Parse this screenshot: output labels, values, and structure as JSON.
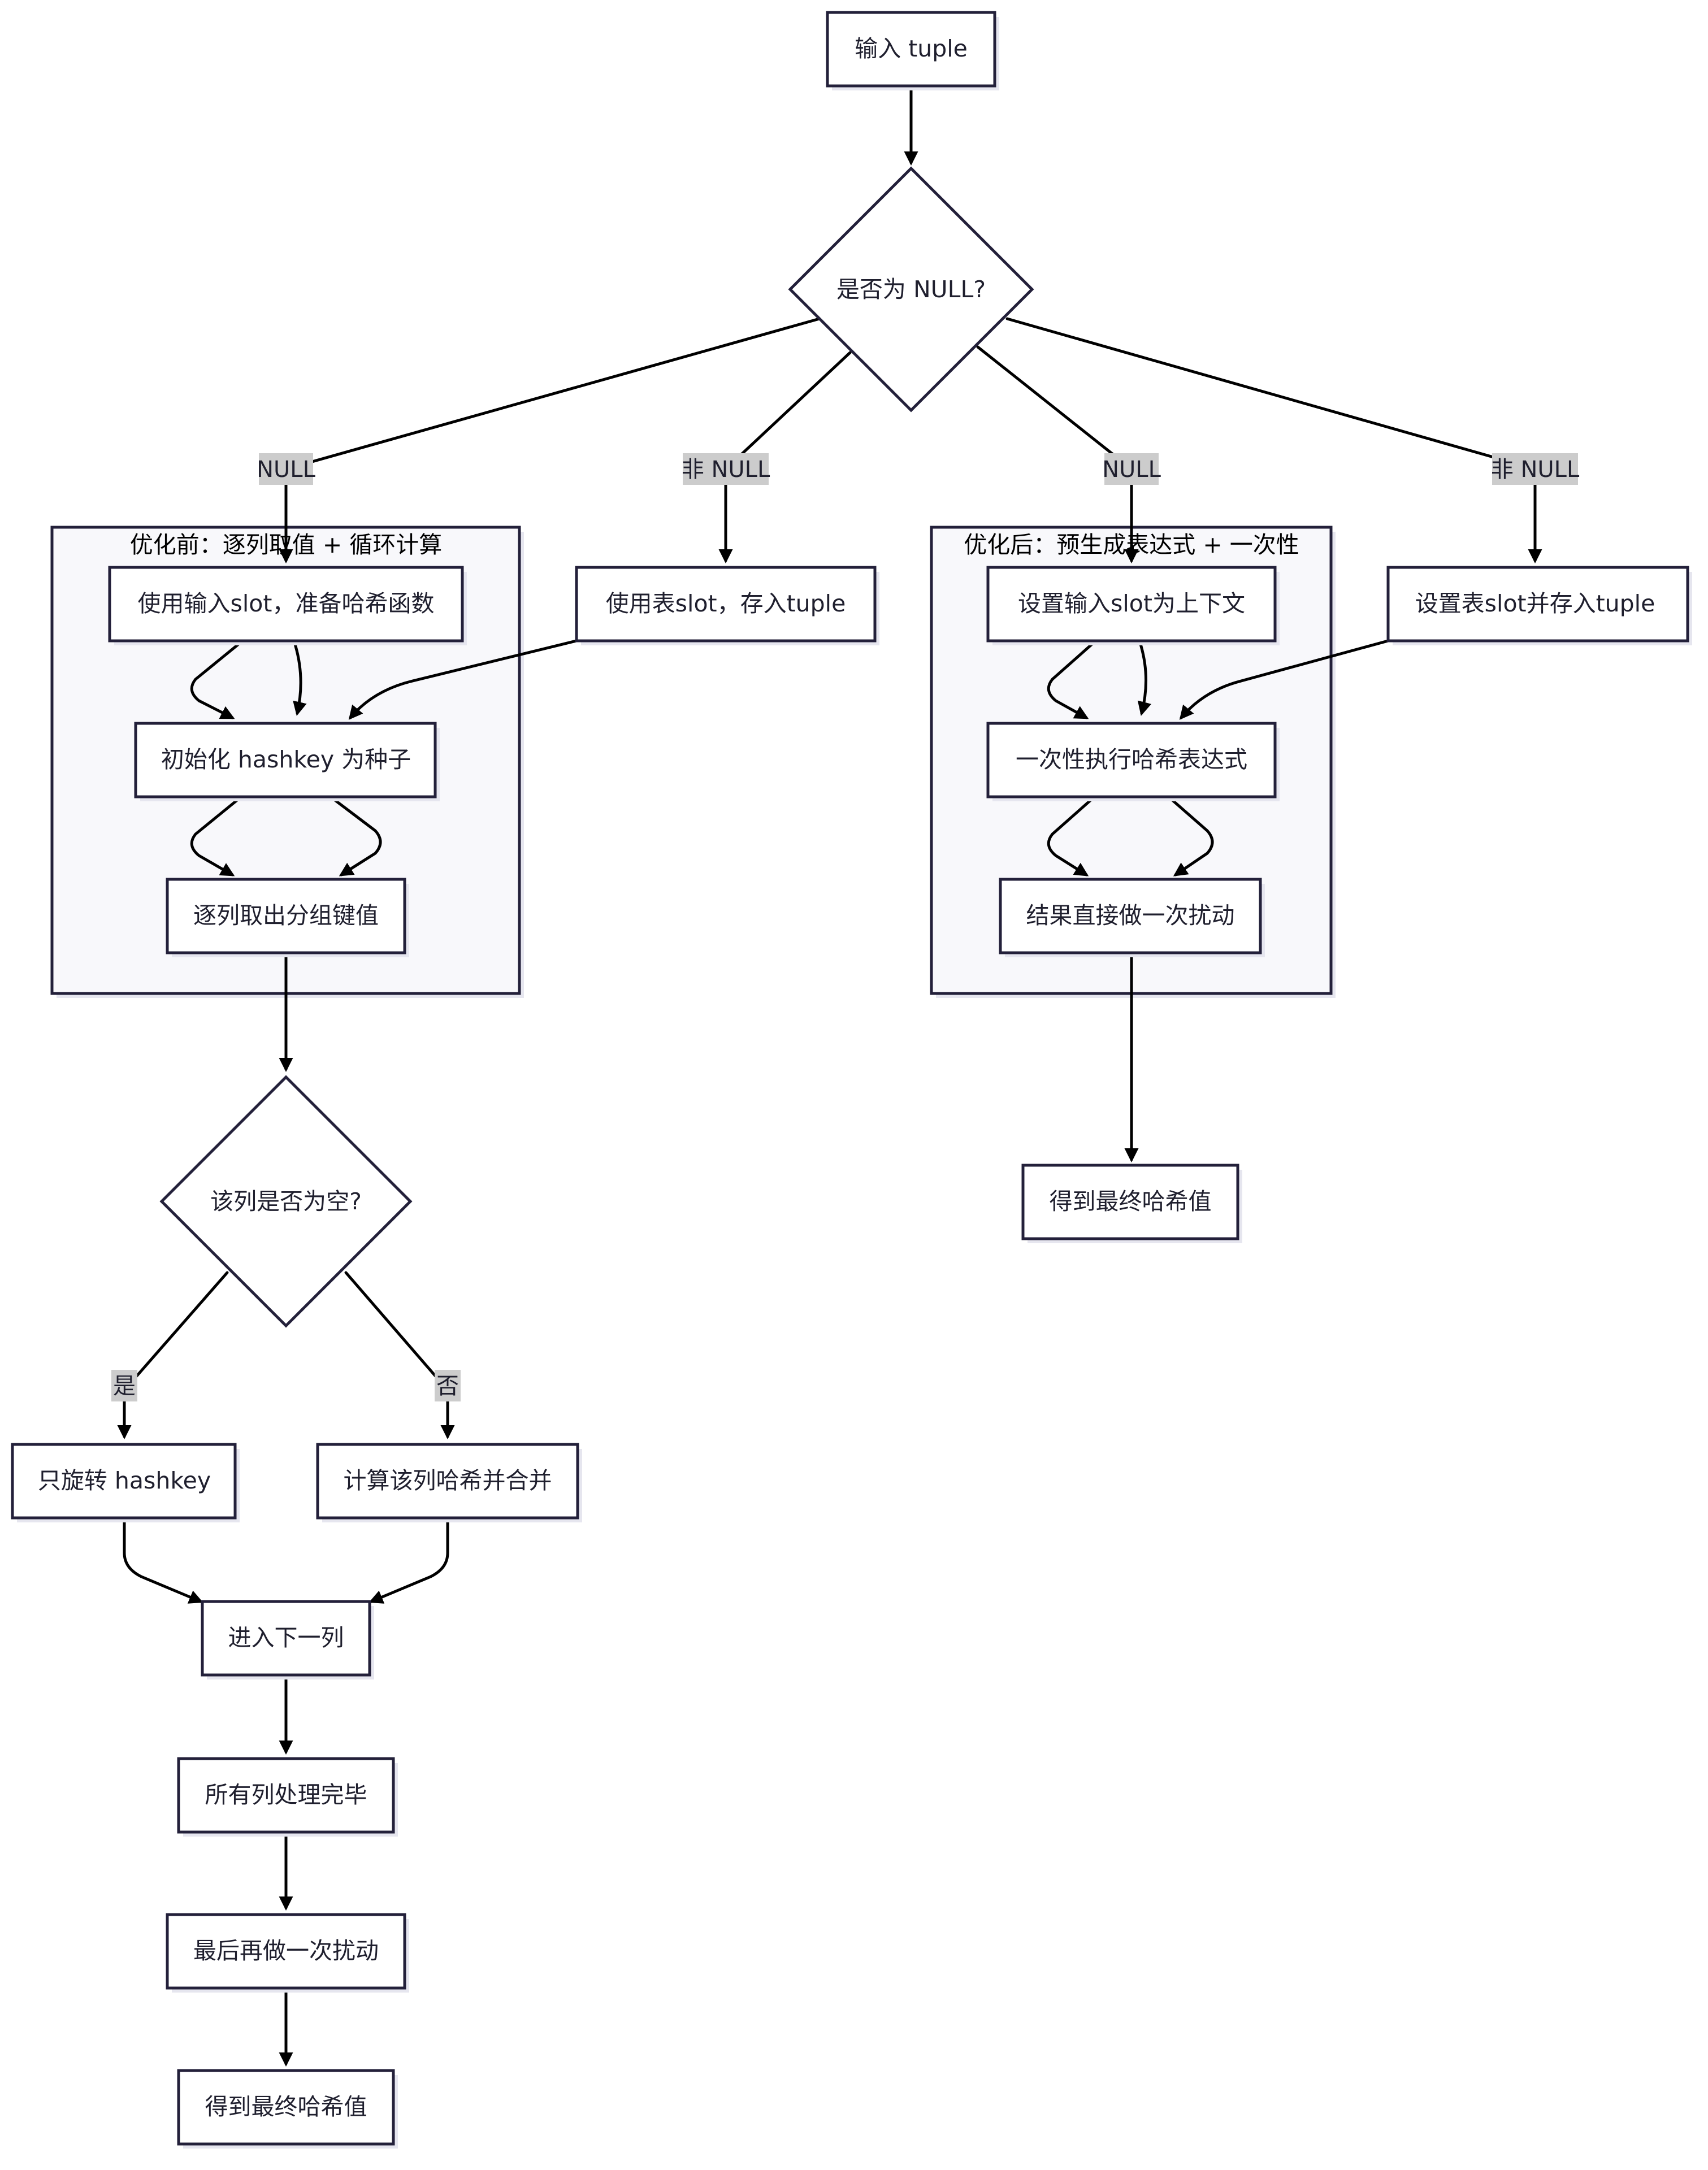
{
  "nodes": {
    "input": "输入 tuple",
    "is_null": "是否为 NULL?",
    "use_input_slot": "使用输入slot，准备哈希函数",
    "use_table_slot": "使用表slot，存入tuple",
    "init_hashkey": "初始化 hashkey 为种子",
    "fetch_columns": "逐列取出分组键值",
    "col_is_empty": "该列是否为空?",
    "rotate_only": "只旋转 hashkey",
    "compute_merge": "计算该列哈希并合并",
    "next_column": "进入下一列",
    "all_done": "所有列处理完毕",
    "final_perturb": "最后再做一次扰动",
    "final_hash_left": "得到最终哈希值",
    "set_input_ctx": "设置输入slot为上下文",
    "set_table_slot": "设置表slot并存入tuple",
    "exec_once": "一次性执行哈希表达式",
    "direct_perturb": "结果直接做一次扰动",
    "final_hash_right": "得到最终哈希值"
  },
  "clusters": {
    "before": "优化前：逐列取值 + 循环计算",
    "after": "优化后：预生成表达式 + 一次性"
  },
  "edge_labels": {
    "null_left": "NULL",
    "not_null_left": "非 NULL",
    "null_right": "NULL",
    "not_null_right": "非 NULL",
    "yes": "是",
    "no": "否"
  }
}
